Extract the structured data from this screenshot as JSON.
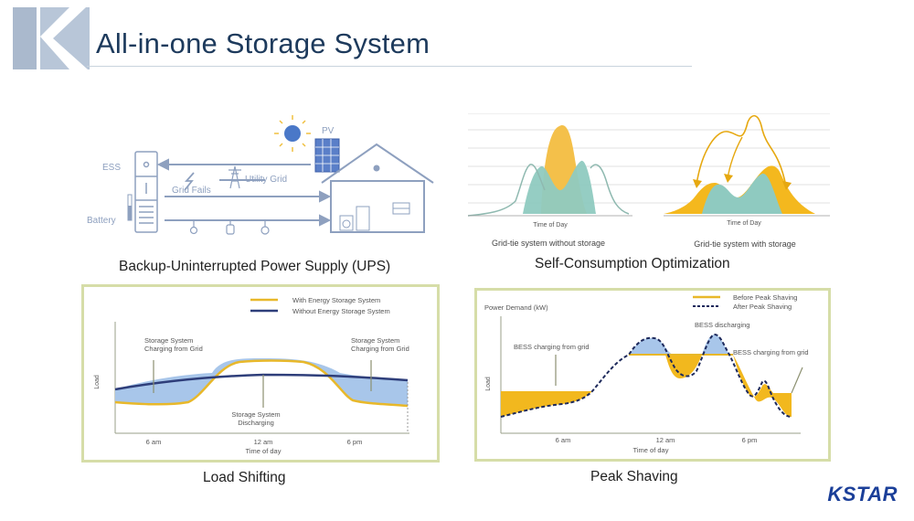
{
  "slide": {
    "title": "All-in-one Storage System",
    "brand": "KSTAR",
    "colors": {
      "title": "#1d3a5c",
      "accent": "#f2b81e",
      "diagram_blue": "#7f98c6",
      "panel_border": "#d6dda8",
      "brand": "#1b3f99"
    }
  },
  "ups": {
    "caption": "Backup-Uninterrupted Power Supply (UPS)",
    "labels": {
      "ess": "ESS",
      "battery": "Battery",
      "pv": "PV",
      "utility_grid": "Utility Grid",
      "grid_fails": "Grid Fails"
    },
    "icons": [
      "sun-icon",
      "solar-panel-icon",
      "pylon-icon",
      "lightning-icon",
      "house-icon",
      "cabinet-icon",
      "bulb-icon",
      "plug-icon",
      "fan-icon",
      "washer-icon",
      "fridge-icon",
      "tv-icon"
    ]
  },
  "self_consumption": {
    "caption": "Self-Consumption Optimization",
    "left": {
      "axis": "Time of Day",
      "label": "Grid-tie system without storage"
    },
    "right": {
      "axis": "Time of Day",
      "label": "Grid-tie system with storage"
    }
  },
  "load_shifting": {
    "caption": "Load Shifting",
    "legend": [
      "With Energy Storage System",
      "Without Energy Storage System"
    ],
    "ylabel": "Load",
    "xlabel": "Time of day",
    "ticks": [
      "6 am",
      "12 am",
      "6 pm"
    ],
    "annotations": {
      "charge_left": [
        "Storage System",
        "Charging from Grid"
      ],
      "charge_right": [
        "Storage System",
        "Charging from Grid"
      ],
      "discharge": [
        "Storage System",
        "Discharging"
      ]
    }
  },
  "peak_shaving": {
    "caption": "Peak Shaving",
    "legend": [
      "Before Peak Shaving",
      "After Peak Shaving"
    ],
    "title": "Power Demand (kW)",
    "ylabel": "Load",
    "xlabel": "Time of day",
    "ticks": [
      "6 am",
      "12 am",
      "6 pm"
    ],
    "annotations": {
      "charging_left": "BESS charging from grid",
      "discharging": "BESS discharging",
      "charging_right": "BESS charging from grid"
    }
  }
}
